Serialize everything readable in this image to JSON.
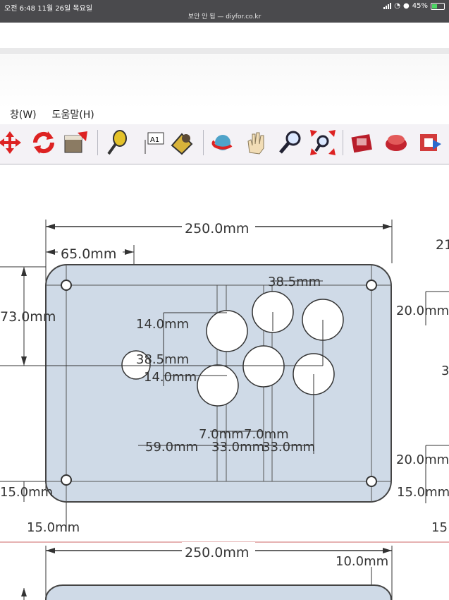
{
  "status_bar": {
    "time_date": "오전 6:48   11월 26일 목요일",
    "url_text": "보안 안 됨 — diyfor.co.kr",
    "battery": "45%"
  },
  "menu": {
    "items": [
      "창(W)",
      "도움말(H)"
    ]
  },
  "toolbar": {
    "icons": [
      "move-icon",
      "rotate-icon",
      "scale-icon",
      "tape-measure-icon",
      "text-icon",
      "paint-bucket-icon",
      "orbit-icon",
      "pan-icon",
      "zoom-icon",
      "zoom-extents-icon",
      "warehouse-icon",
      "extension-icon",
      "export-icon"
    ]
  },
  "drawing": {
    "dim_width": "250.0mm",
    "dim_left_offset": "65.0mm",
    "dim_right_cut": "21",
    "dim_button_span": "38.5mm",
    "dim_left_height": "73.0mm",
    "dim_right_top": "20.0mm",
    "dim_small_1": "14.0mm",
    "dim_mid": "38.5mm",
    "dim_small_2": "14.0mm",
    "dim_right_side": "3",
    "dim_gap_a": "7.0mm",
    "dim_gap_b": "7.0mm",
    "dim_bottom_row": "59.0mm",
    "dim_bottom_row_b": "33.0mm",
    "dim_bottom_row_c": "33.0mm",
    "dim_right_bottom": "20.0mm",
    "dim_left_bottom": "15.0mm",
    "dim_right_bottom_2": "15.0mm",
    "dim_bottom_left": "15.0mm",
    "dim_bottom_right_cut": "15",
    "dim_width_2": "250.0mm",
    "dim_offset_2": "10.0mm"
  }
}
